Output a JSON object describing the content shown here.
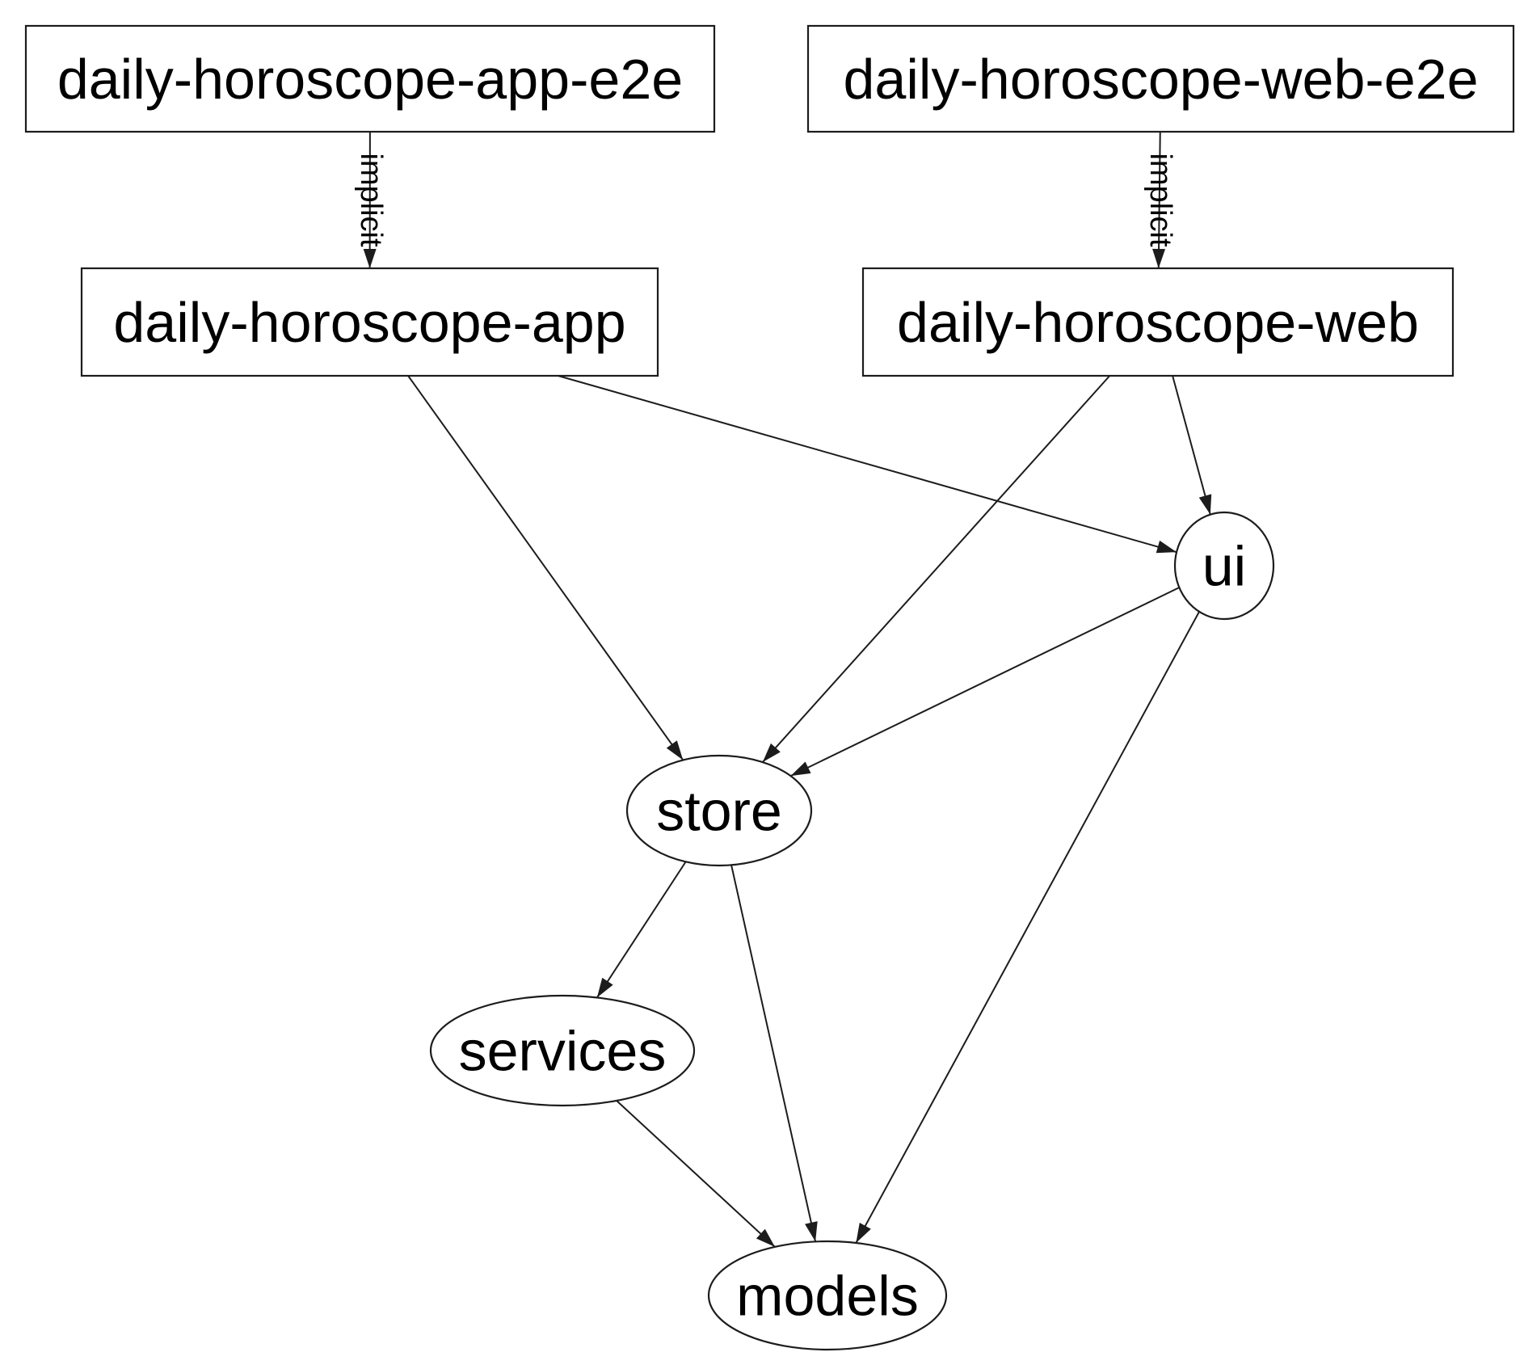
{
  "diagram": {
    "type": "dependency-graph",
    "background_color": "#ffffff",
    "stroke_color": "#1c1c1c",
    "text_color": "#000000",
    "nodes": [
      {
        "id": "daily-horoscope-app-e2e",
        "label": "daily-horoscope-app-e2e",
        "shape": "rect"
      },
      {
        "id": "daily-horoscope-web-e2e",
        "label": "daily-horoscope-web-e2e",
        "shape": "rect"
      },
      {
        "id": "daily-horoscope-app",
        "label": "daily-horoscope-app",
        "shape": "rect"
      },
      {
        "id": "daily-horoscope-web",
        "label": "daily-horoscope-web",
        "shape": "rect"
      },
      {
        "id": "ui",
        "label": "ui",
        "shape": "ellipse"
      },
      {
        "id": "store",
        "label": "store",
        "shape": "ellipse"
      },
      {
        "id": "services",
        "label": "services",
        "shape": "ellipse"
      },
      {
        "id": "models",
        "label": "models",
        "shape": "ellipse"
      }
    ],
    "edges": [
      {
        "from": "daily-horoscope-app-e2e",
        "to": "daily-horoscope-app",
        "label": "implicit"
      },
      {
        "from": "daily-horoscope-web-e2e",
        "to": "daily-horoscope-web",
        "label": "implicit"
      },
      {
        "from": "daily-horoscope-app",
        "to": "ui"
      },
      {
        "from": "daily-horoscope-app",
        "to": "store"
      },
      {
        "from": "daily-horoscope-web",
        "to": "ui"
      },
      {
        "from": "daily-horoscope-web",
        "to": "store"
      },
      {
        "from": "ui",
        "to": "store"
      },
      {
        "from": "ui",
        "to": "models"
      },
      {
        "from": "store",
        "to": "services"
      },
      {
        "from": "store",
        "to": "models"
      },
      {
        "from": "services",
        "to": "models"
      }
    ]
  }
}
